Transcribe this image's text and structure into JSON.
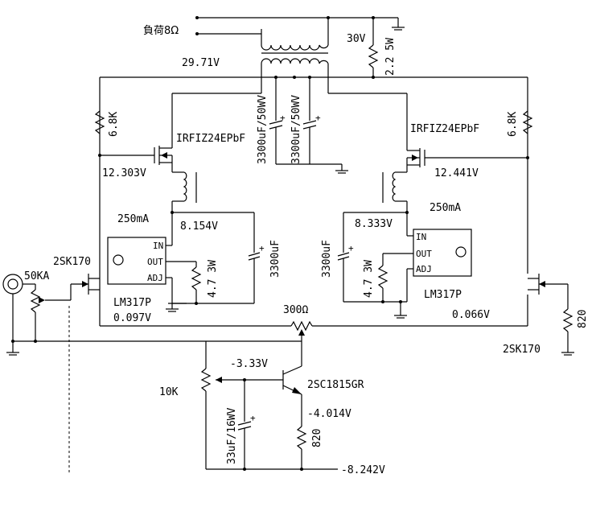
{
  "labels": {
    "load": "負荷8Ω",
    "v_supply": "29.71V",
    "v_30": "30V",
    "r_22": "2.2 5W",
    "cap_left": "3300uF/50WV",
    "cap_right": "3300uF/50WV",
    "fet_left": "IRFIZ24EPbF",
    "fet_right": "IRFIZ24EPbF",
    "r_68k_left": "6.8K",
    "r_68k_right": "6.8K",
    "v_gate_left": "12.303V",
    "v_gate_right": "12.441V",
    "i_left": "250mA",
    "i_right": "250mA",
    "v_out_left": "8.154V",
    "v_out_right": "8.333V",
    "cap_3300_left": "3300uF",
    "cap_3300_right": "3300uF",
    "r_47_left": "4.7 3W",
    "r_47_right": "4.7 3W",
    "pin_in_left": "IN",
    "pin_out_left": "OUT",
    "pin_adj_left": "ADJ",
    "pin_in_right": "IN",
    "pin_out_right": "OUT",
    "pin_adj_right": "ADJ",
    "lm_left": "LM317P",
    "lm_right": "LM317P",
    "jfet_left": "2SK170",
    "jfet_right": "2SK170",
    "pot_50k": "50KA",
    "v_drain_left": "0.097V",
    "v_drain_right": "0.066V",
    "r_300": "300Ω",
    "r_820_right": "820",
    "v_base": "-3.33V",
    "pot_10k": "10K",
    "bjt": "2SC1815GR",
    "v_emitter": "-4.014V",
    "cap_33": "33uF/16WV",
    "r_820_bottom": "820",
    "v_neg": "-8.242V"
  }
}
